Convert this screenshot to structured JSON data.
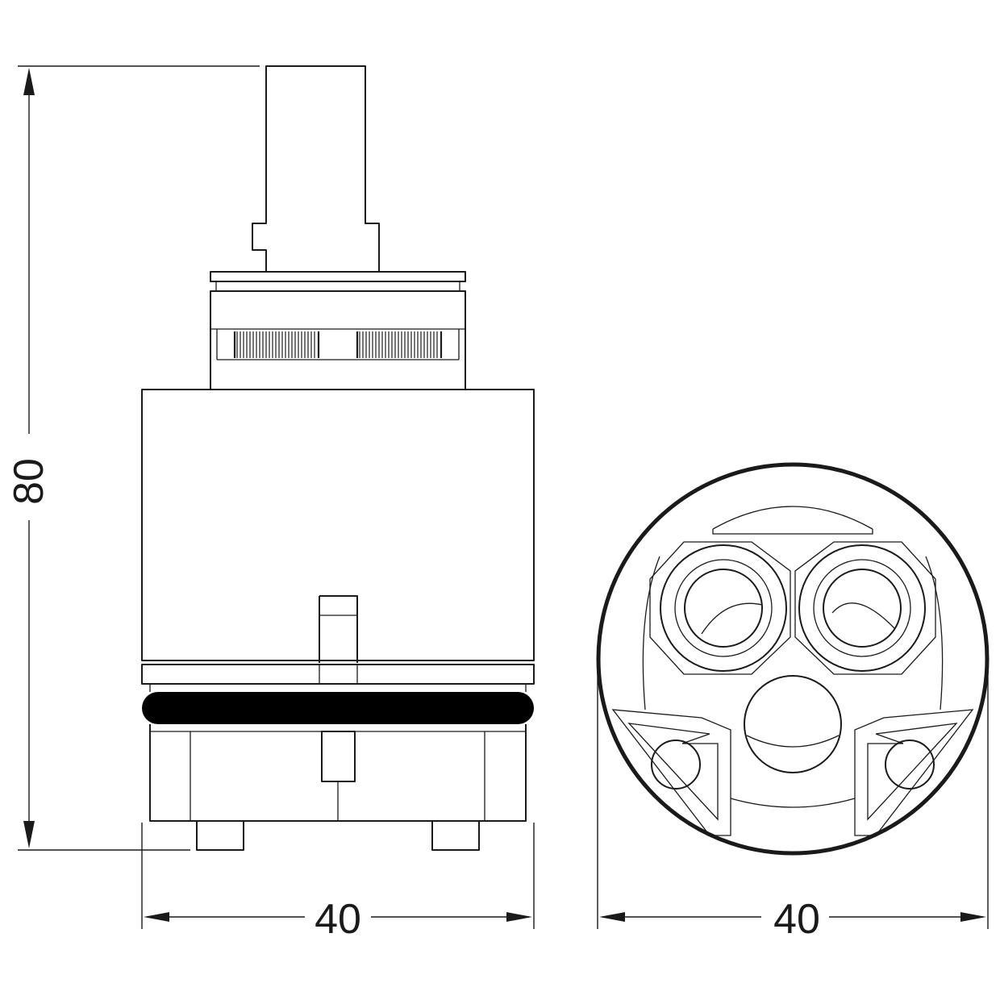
{
  "dimensions": {
    "height_label": "80",
    "side_width_label": "40",
    "bottom_width_label": "40"
  },
  "colors": {
    "line": "#1a1a1a",
    "background": "#ffffff"
  }
}
